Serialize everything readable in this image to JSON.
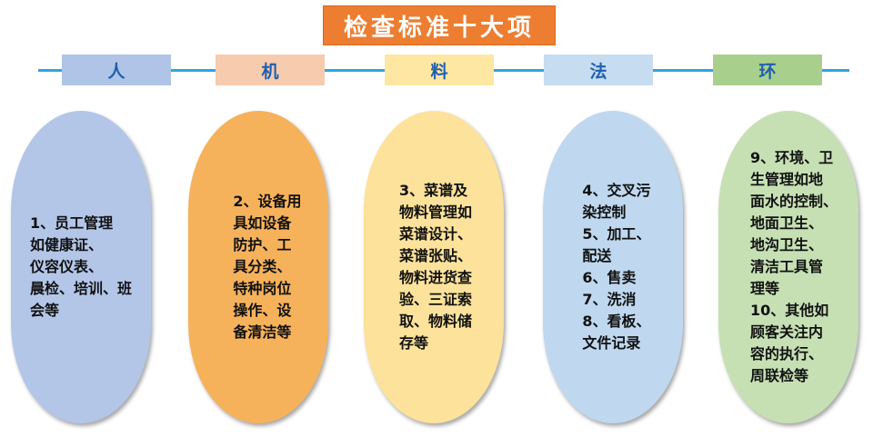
{
  "title": "检查标准十大项",
  "colors": {
    "title_bg": "#ED7D31",
    "timeline": "#2EA5E0",
    "label_text": "#1F5FAE"
  },
  "categories": [
    {
      "label": "人",
      "tag_color": "#AFC4E6",
      "pill_color": "#B3C6E8",
      "text": "1、员工管理\n如健康证、\n仪容仪表、\n晨检、培训、班\n会等"
    },
    {
      "label": "机",
      "tag_color": "#F7CBAE",
      "pill_color": "#F6B25B",
      "text": "2、设备用\n具如设备\n防护、工\n具分类、\n特种岗位\n操作、设\n备清洁等"
    },
    {
      "label": "料",
      "tag_color": "#FEE7A3",
      "pill_color": "#FCE29A",
      "text": "3、菜谱及\n物料管理如\n菜谱设计、\n菜谱张贴、\n物料进货查\n验、三证索\n取、物料储\n存等"
    },
    {
      "label": "法",
      "tag_color": "#C6DCF1",
      "pill_color": "#BFD8EF",
      "text": "4、交叉污\n染控制\n5、加工、\n配送\n6、售卖\n7、洗消\n8、看板、\n文件记录"
    },
    {
      "label": "环",
      "tag_color": "#A8D08C",
      "pill_color": "#C6E0B4",
      "text": "9、环境、卫\n生管理如地\n面水的控制、\n地面卫生、\n地沟卫生、\n清洁工具管\n理等\n10、其他如\n顾客关注内\n容的执行、\n周联检等"
    }
  ]
}
